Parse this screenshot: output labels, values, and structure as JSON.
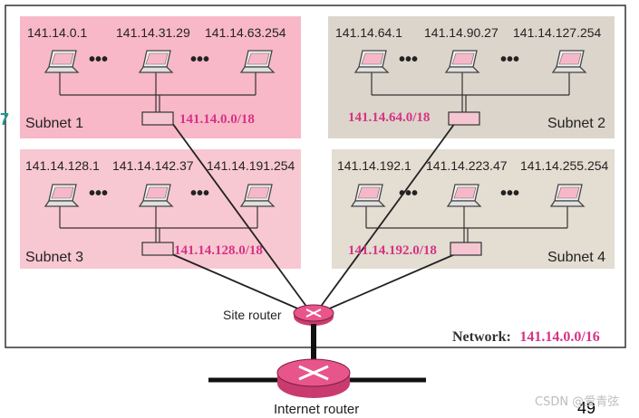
{
  "network": {
    "key_label": "Network:",
    "block": "141.14.0.0/16"
  },
  "site_router": {
    "label": "Site router"
  },
  "internet_router": {
    "label": "Internet router"
  },
  "subnets": [
    {
      "label": "Subnet 1",
      "block": "141.14.0.0/18",
      "hosts": [
        "141.14.0.1",
        "141.14.31.29",
        "141.14.63.254"
      ],
      "color": "#f8b8c8"
    },
    {
      "label": "Subnet 2",
      "block": "141.14.64.0/18",
      "hosts": [
        "141.14.64.1",
        "141.14.90.27",
        "141.14.127.254"
      ],
      "color": "#dcd5cb"
    },
    {
      "label": "Subnet 3",
      "block": "141.14.128.0/18",
      "hosts": [
        "141.14.128.1",
        "141.14.142.37",
        "141.14.191.254"
      ],
      "color": "#f8c8d2"
    },
    {
      "label": "Subnet 4",
      "block": "141.14.192.0/18",
      "hosts": [
        "141.14.192.1",
        "141.14.223.47",
        "141.14.255.254"
      ],
      "color": "#e3ddd2"
    }
  ],
  "ellipsis": "•••",
  "page_number": "49",
  "watermark": "CSDN @爱青弦",
  "edge_mark": "7",
  "colors": {
    "router_fill": "#e8558a",
    "switch_fill": "#f5c6d2",
    "accent_text": "#d63384"
  }
}
